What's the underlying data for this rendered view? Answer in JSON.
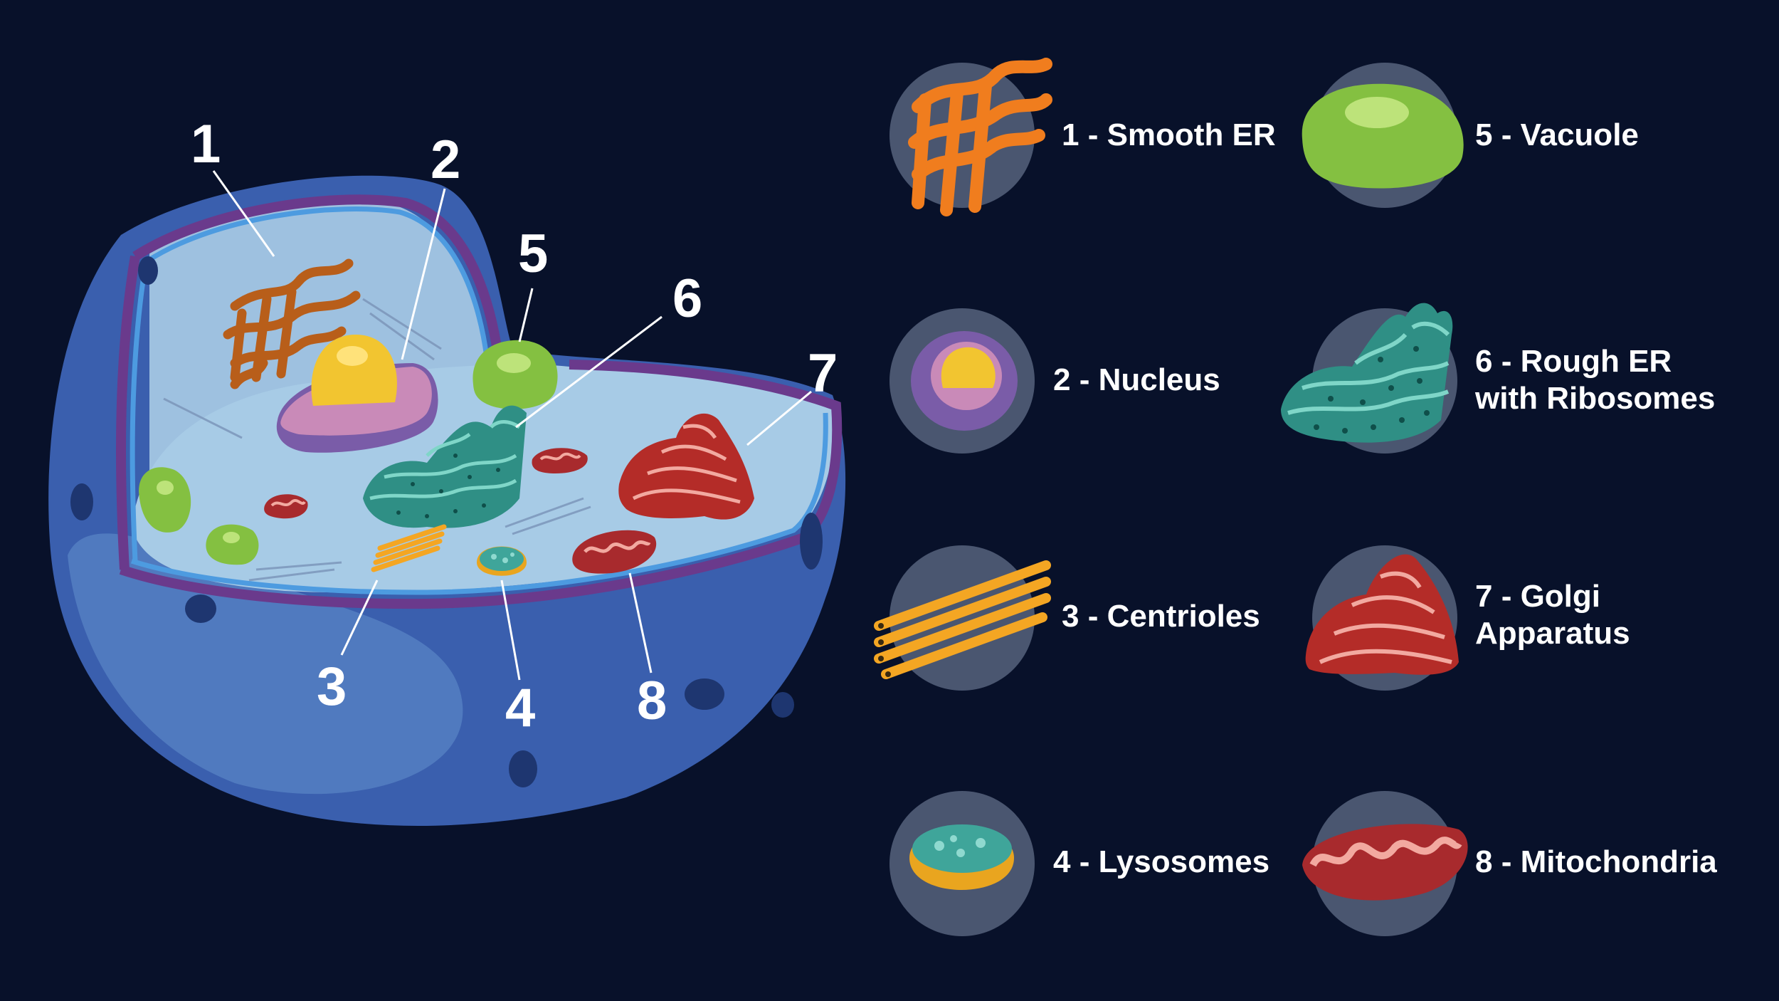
{
  "colors": {
    "background": "#08112a",
    "cytoplasm_outer": "#3a5fae",
    "cytoplasm_inner": "#8fb8de",
    "membrane": "#6a3a8c",
    "legend_circle": "#4a5670",
    "smooth_er": "#f07d1e",
    "nucleus": "#f2c530",
    "vacuole": "#84c041",
    "rough_er": "#2f8f85",
    "golgi": "#b42c28",
    "centrioles": "#f4a623",
    "lysosome": "#e9a51f",
    "mitochondria": "#a82a2d"
  },
  "diagram": {
    "callouts": {
      "smooth_er": "1",
      "nucleus": "2",
      "centrioles": "3",
      "lysosomes": "4",
      "vacuole": "5",
      "rough_er": "6",
      "golgi": "7",
      "mitochondria": "8"
    }
  },
  "legend": {
    "smooth_er": "1 - Smooth ER",
    "nucleus": "2 - Nucleus",
    "centrioles": "3 - Centrioles",
    "lysosomes": "4 - Lysosomes",
    "vacuole": "5 - Vacuole",
    "rough_er_line1": "6 - Rough ER",
    "rough_er_line2": "with Ribosomes",
    "golgi_line1": "7 - Golgi",
    "golgi_line2": "Apparatus",
    "mitochondria": "8 - Mitochondria"
  }
}
